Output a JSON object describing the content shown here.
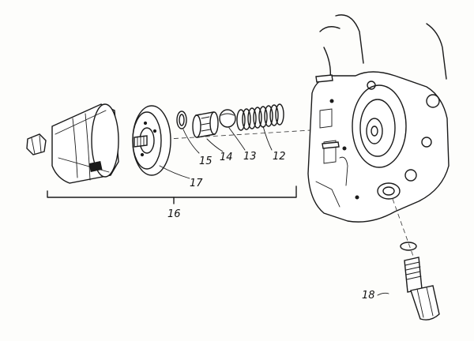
{
  "callouts": {
    "c12": "12",
    "c13": "13",
    "c14": "14",
    "c15": "15",
    "c16": "16",
    "c17": "17",
    "c18": "18"
  }
}
